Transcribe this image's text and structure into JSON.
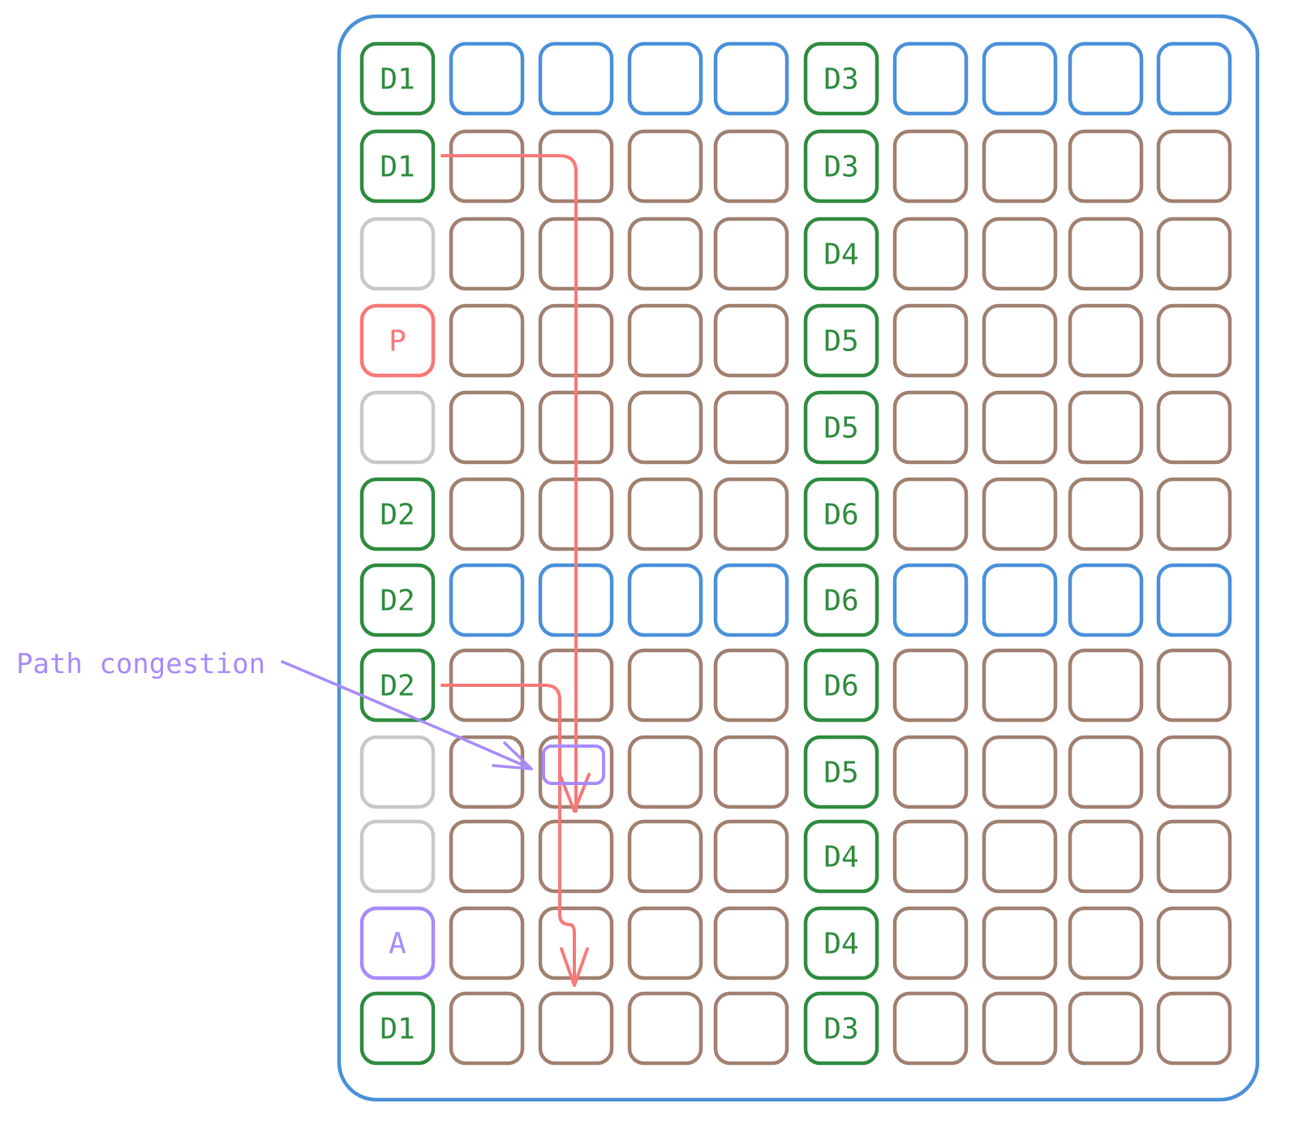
{
  "colors": {
    "board": "#4a90d9",
    "green": "#2e8b3e",
    "blue": "#4a90d9",
    "brown": "#a08070",
    "gray": "#c8c8c8",
    "red": "#f87878",
    "purple": "#a78bfa"
  },
  "grid": {
    "legend_note": "cell kinds: g=green labeled, b=blue, n=brown, x=gray, r=red labeled, p=purple labeled",
    "rows": [
      [
        {
          "k": "g",
          "t": "D1"
        },
        {
          "k": "b"
        },
        {
          "k": "b"
        },
        {
          "k": "b"
        },
        {
          "k": "b"
        },
        {
          "k": "g",
          "t": "D3"
        },
        {
          "k": "b"
        },
        {
          "k": "b"
        },
        {
          "k": "b"
        },
        {
          "k": "b"
        }
      ],
      [
        {
          "k": "g",
          "t": "D1"
        },
        {
          "k": "n"
        },
        {
          "k": "n"
        },
        {
          "k": "n"
        },
        {
          "k": "n"
        },
        {
          "k": "g",
          "t": "D3"
        },
        {
          "k": "n"
        },
        {
          "k": "n"
        },
        {
          "k": "n"
        },
        {
          "k": "n"
        }
      ],
      [
        {
          "k": "x"
        },
        {
          "k": "n"
        },
        {
          "k": "n"
        },
        {
          "k": "n"
        },
        {
          "k": "n"
        },
        {
          "k": "g",
          "t": "D4"
        },
        {
          "k": "n"
        },
        {
          "k": "n"
        },
        {
          "k": "n"
        },
        {
          "k": "n"
        }
      ],
      [
        {
          "k": "r",
          "t": "P"
        },
        {
          "k": "n"
        },
        {
          "k": "n"
        },
        {
          "k": "n"
        },
        {
          "k": "n"
        },
        {
          "k": "g",
          "t": "D5"
        },
        {
          "k": "n"
        },
        {
          "k": "n"
        },
        {
          "k": "n"
        },
        {
          "k": "n"
        }
      ],
      [
        {
          "k": "x"
        },
        {
          "k": "n"
        },
        {
          "k": "n"
        },
        {
          "k": "n"
        },
        {
          "k": "n"
        },
        {
          "k": "g",
          "t": "D5"
        },
        {
          "k": "n"
        },
        {
          "k": "n"
        },
        {
          "k": "n"
        },
        {
          "k": "n"
        }
      ],
      [
        {
          "k": "g",
          "t": "D2"
        },
        {
          "k": "n"
        },
        {
          "k": "n"
        },
        {
          "k": "n"
        },
        {
          "k": "n"
        },
        {
          "k": "g",
          "t": "D6"
        },
        {
          "k": "n"
        },
        {
          "k": "n"
        },
        {
          "k": "n"
        },
        {
          "k": "n"
        }
      ],
      [
        {
          "k": "g",
          "t": "D2"
        },
        {
          "k": "b"
        },
        {
          "k": "b"
        },
        {
          "k": "b"
        },
        {
          "k": "b"
        },
        {
          "k": "g",
          "t": "D6"
        },
        {
          "k": "b"
        },
        {
          "k": "b"
        },
        {
          "k": "b"
        },
        {
          "k": "b"
        }
      ],
      [
        {
          "k": "g",
          "t": "D2"
        },
        {
          "k": "n"
        },
        {
          "k": "n"
        },
        {
          "k": "n"
        },
        {
          "k": "n"
        },
        {
          "k": "g",
          "t": "D6"
        },
        {
          "k": "n"
        },
        {
          "k": "n"
        },
        {
          "k": "n"
        },
        {
          "k": "n"
        }
      ],
      [
        {
          "k": "x"
        },
        {
          "k": "n"
        },
        {
          "k": "n"
        },
        {
          "k": "n"
        },
        {
          "k": "n"
        },
        {
          "k": "g",
          "t": "D5"
        },
        {
          "k": "n"
        },
        {
          "k": "n"
        },
        {
          "k": "n"
        },
        {
          "k": "n"
        }
      ],
      [
        {
          "k": "x"
        },
        {
          "k": "n"
        },
        {
          "k": "n"
        },
        {
          "k": "n"
        },
        {
          "k": "n"
        },
        {
          "k": "g",
          "t": "D4"
        },
        {
          "k": "n"
        },
        {
          "k": "n"
        },
        {
          "k": "n"
        },
        {
          "k": "n"
        }
      ],
      [
        {
          "k": "p",
          "t": "A"
        },
        {
          "k": "n"
        },
        {
          "k": "n"
        },
        {
          "k": "n"
        },
        {
          "k": "n"
        },
        {
          "k": "g",
          "t": "D4"
        },
        {
          "k": "n"
        },
        {
          "k": "n"
        },
        {
          "k": "n"
        },
        {
          "k": "n"
        }
      ],
      [
        {
          "k": "g",
          "t": "D1"
        },
        {
          "k": "n"
        },
        {
          "k": "n"
        },
        {
          "k": "n"
        },
        {
          "k": "n"
        },
        {
          "k": "g",
          "t": "D3"
        },
        {
          "k": "n"
        },
        {
          "k": "n"
        },
        {
          "k": "n"
        },
        {
          "k": "n"
        }
      ]
    ]
  },
  "annotation": {
    "label": "Path congestion"
  }
}
